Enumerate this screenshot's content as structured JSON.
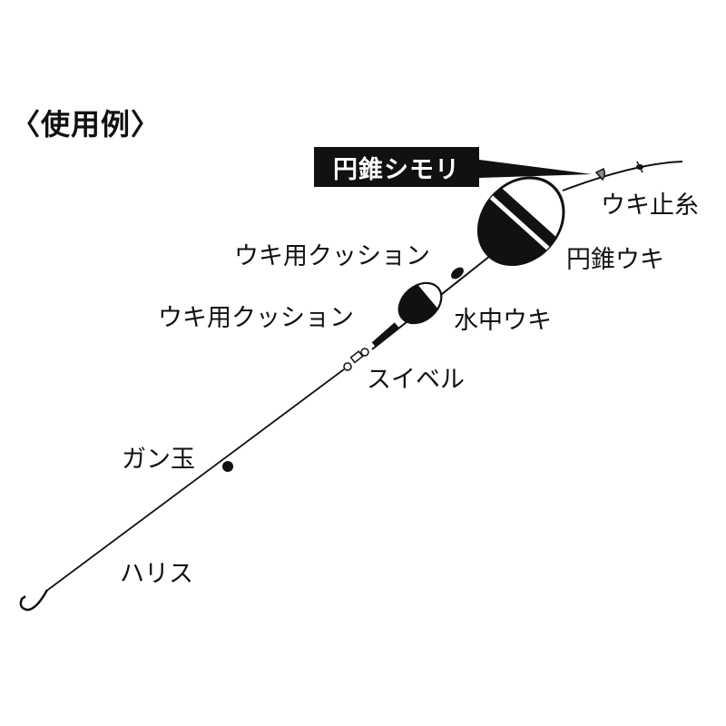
{
  "title": "〈使用例〉",
  "callout": {
    "label": "円錐シモリ"
  },
  "labels": {
    "uki_dome_ito": "ウキ止糸",
    "ensui_uki": "円錐ウキ",
    "cushion_upper": "ウキ用クッション",
    "cushion_lower": "ウキ用クッション",
    "suichu_uki": "水中ウキ",
    "swivel": "スイベル",
    "gandama": "ガン玉",
    "harisu": "ハリス"
  },
  "colors": {
    "line": "#111111",
    "fill": "#111111",
    "background": "#ffffff",
    "shimori": "#8a8a8a"
  }
}
